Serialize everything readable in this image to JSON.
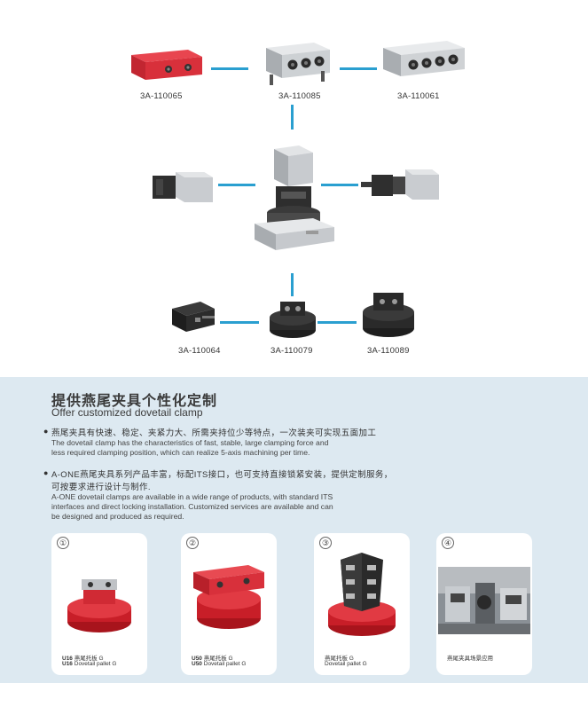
{
  "diagram": {
    "codes": {
      "top_left": "3A-110065",
      "top_mid": "3A-110085",
      "top_right": "3A-110061",
      "bot_left": "3A-110064",
      "bot_mid": "3A-110079",
      "bot_right": "3A-110089"
    },
    "accent": "#2a9fd0"
  },
  "panel": {
    "title_cn": "提供燕尾夹具个性化定制",
    "title_en": "Offer customized dovetail clamp",
    "point1": {
      "cn": "燕尾夹具有快速、稳定、夹紧力大、所需夹持位少等特点，一次装夹可实现五面加工",
      "en1": "The dovetail clamp has the characteristics of fast, stable, large clamping force and",
      "en2": "less required clamping position, which can realize 5-axis machining per time."
    },
    "point2": {
      "cn1": "A-ONE燕尾夹具系列产品丰富，标配ITS接口，也可支持直接锁紧安装，提供定制服务，",
      "cn2": "可按要求进行设计与制作.",
      "en1": "A-ONE dovetail clamps are available in a wide range of products, with standard ITS",
      "en2": "interfaces and direct locking installation. Customized services are available and can",
      "en3": "be designed and produced as required."
    },
    "bullet": "●",
    "background": "#dde9f1"
  },
  "cards": [
    {
      "num": "①",
      "cap1_model": "U16",
      "cap1_text": " 燕尾托板 G",
      "cap2_model": "U16",
      "cap2_text": " Dovetail pallet G"
    },
    {
      "num": "②",
      "cap1_model": "U50",
      "cap1_text": " 燕尾托板 G",
      "cap2_model": "U50",
      "cap2_text": " Dovetail pallet G"
    },
    {
      "num": "③",
      "cap1_model": "",
      "cap1_text": "燕尾托板 G",
      "cap2_model": "",
      "cap2_text": "Dovetail pallet G"
    },
    {
      "num": "④",
      "cap1_model": "",
      "cap1_text": "燕尾夹具场景应用",
      "cap2_model": "",
      "cap2_text": ""
    }
  ]
}
